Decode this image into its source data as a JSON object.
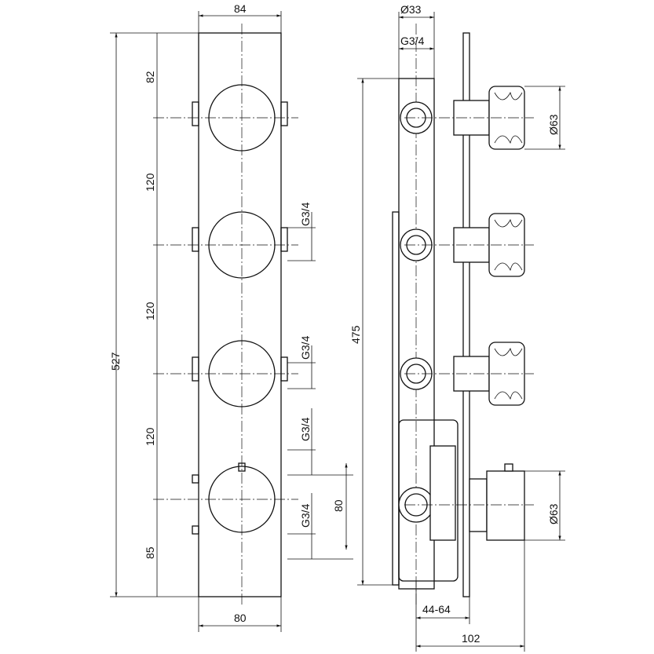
{
  "front_view": {
    "width_top": "84",
    "width_bottom": "80",
    "overall_height": "527",
    "spacings": [
      "82",
      "120",
      "120",
      "120",
      "85"
    ],
    "port_labels": [
      "G3/4",
      "G3/4",
      "G3/4",
      "G3/4"
    ],
    "port_spacing": "80"
  },
  "side_view": {
    "pipe_diameter": "Ø33",
    "top_thread": "G3/4",
    "height": "475",
    "knob_diameter_top": "Ø63",
    "knob_diameter_bottom": "Ø63",
    "depth_range": "44-64",
    "total_depth": "102"
  }
}
